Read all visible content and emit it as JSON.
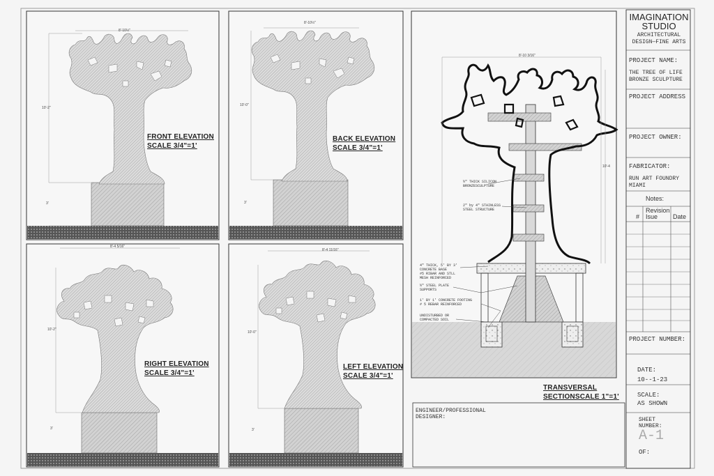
{
  "views": {
    "front": {
      "title": "FRONT ELEVATION",
      "scale": "SCALE 3/4\"=1'",
      "width_dim": "8'-10½\"",
      "height_dim": "10'-2\"",
      "base_dim": "3'"
    },
    "back": {
      "title": "BACK ELEVATION",
      "scale": "SCALE 3/4\"=1'",
      "width_dim": "8'-10½\"",
      "height_dim": "10'-0\"",
      "base_dim": "3'"
    },
    "right": {
      "title": "RIGHT ELEVATION",
      "scale": "SCALE 3/4\"=1'",
      "width_dim": "8'-4 5/16\"",
      "height_dim": "10'-2\"",
      "base_dim": "3'"
    },
    "left": {
      "title": "LEFT ELEVATION",
      "scale": "SCALE 3/4\"=1'",
      "width_dim": "8'-4 11/16\"",
      "height_dim": "10'-0\"",
      "base_dim": "3'"
    }
  },
  "section": {
    "title_line1": "TRANSVERSAL",
    "title_line2": "SECTIONSCALE 1\"=1'",
    "width_dim": "8'-10 3/16\"",
    "height_dim": "10'-4",
    "notes": [
      "½\" THICK SILICON\nBRONZESCULPTURE",
      "2\" by 4\" STAINLESS\nSTEEL STRUCTURE",
      "4\" THICK, 5' BY 3'\nCONCRETE BASE\n#5 RIBAR AND STLL\nMESH REINFORCED",
      "½\" STEEL PLATE\nSUPPORTS",
      "1' BY 1' CONCRETE FOOTING\n# 5 REBAR REINFORCED",
      "UNDISTURBED OR\nCOMPACTED SOIL"
    ]
  },
  "engineer_box": "ENGINEER/PROFESSIONAL\nDESIGNER:",
  "title_block": {
    "firm_line1": "IMAGINATION",
    "firm_line2": "STUDIO",
    "firm_line3": "ARCHITECTURAL",
    "firm_line4": "DESIGN—FINE ARTS",
    "project_name_label": "PROJECT NAME:",
    "project_name_1": "THE TREE OF LIFE",
    "project_name_2": "BRONZE SCULPTURE",
    "project_address_label": "PROJECT ADDRESS",
    "project_owner_label": "PROJECT OWNER:",
    "fabricator_label": "FABRICATOR:",
    "fabricator_1": "RUN ART FOUNDRY",
    "fabricator_2": "MIAMI",
    "notes_label": "Notes:",
    "col_num": "#",
    "col_revision": "Revision\nIsue",
    "col_date": "Date",
    "project_number_label": "PROJECT NUMBER:",
    "date_label": "DATE:",
    "date_value": "10--1-23",
    "scale_label": "SCALE:",
    "scale_value": "AS SHOWN",
    "sheet_label_1": "SHEET",
    "sheet_label_2": "NUMBER:",
    "sheet_value": "A-1",
    "of_label": "OF:"
  }
}
